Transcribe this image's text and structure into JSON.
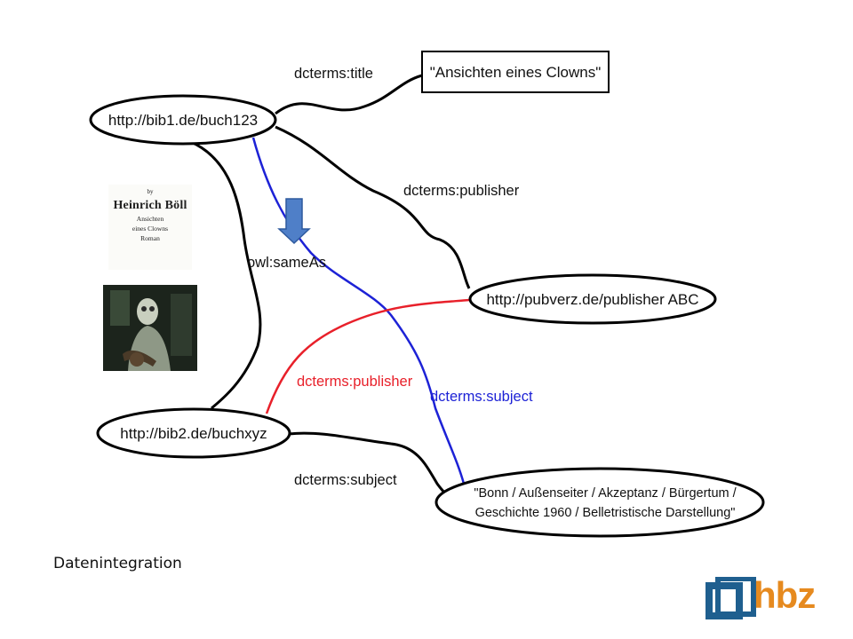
{
  "nodes": {
    "bib1": "http://bib1.de/buch123",
    "title_literal": "\"Ansichten eines Clowns\"",
    "publisher": "http://pubverz.de/publisher ABC",
    "bib2": "http://bib2.de/buchxyz",
    "subject_literal_line1": "\"Bonn / Außenseiter / Akzeptanz / Bürgertum /",
    "subject_literal_line2": "Geschichte 1960 / Belletristische Darstellung\""
  },
  "edges": {
    "title": "dcterms:title",
    "publisher_1": "dcterms:publisher",
    "same_as": "owl:sameAs",
    "publisher_2": "dcterms:publisher",
    "subject_1": "dcterms:subject",
    "subject_2": "dcterms:subject"
  },
  "book_cover": {
    "by": "by",
    "author": "Heinrich Böll",
    "line1": "Ansichten",
    "line2": "eines Clowns",
    "line3": "Roman"
  },
  "footer": {
    "label": "Datenintegration"
  },
  "logo": {
    "text": "hbz"
  },
  "colors": {
    "edge_black": "#000000",
    "edge_blue": "#1d22d6",
    "edge_red": "#e8202a",
    "arrow_fill": "#4f7fc8",
    "arrow_stroke": "#2e5a9e",
    "logo_blue": "#1f5f8f",
    "logo_orange": "#e68a1f"
  }
}
